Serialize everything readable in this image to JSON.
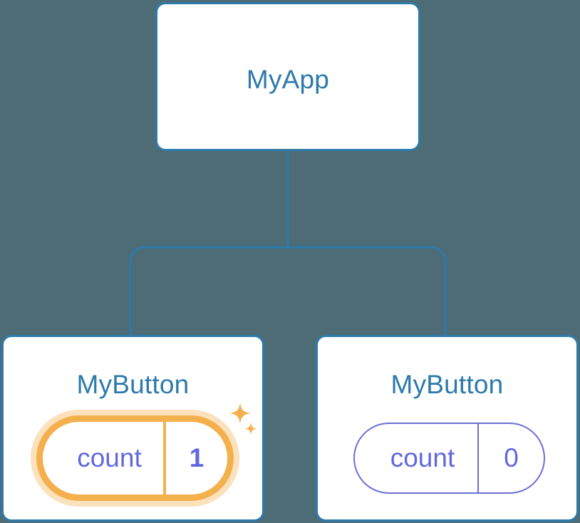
{
  "diagram": {
    "type": "component-tree",
    "background_color": "#4d6c76",
    "edge_color": "#2d7aab",
    "root": {
      "title": "MyApp"
    },
    "children": [
      {
        "title": "MyButton",
        "state": {
          "key": "count",
          "value": "1"
        },
        "highlighted": true,
        "highlight_color": "#f5b04e",
        "sparkle_color": "#f5b04e"
      },
      {
        "title": "MyButton",
        "state": {
          "key": "count",
          "value": "0"
        },
        "highlighted": false,
        "outline_color": "#6b6fd4"
      }
    ],
    "colors": {
      "node_border": "#2d7aab",
      "node_fill": "#ffffff",
      "title_text": "#2d7aab",
      "state_text": "#6168dd",
      "highlight": "#f5b04e",
      "highlight_glow": "rgba(245,176,78,0.38)"
    },
    "icons": {
      "sparkle_large": "sparkle-icon",
      "sparkle_small": "sparkle-icon"
    }
  }
}
